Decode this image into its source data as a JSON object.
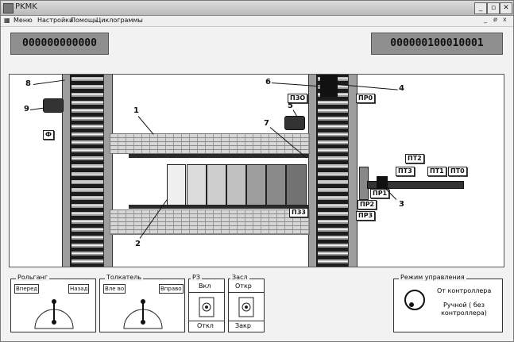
{
  "window": {
    "title": "PKMK"
  },
  "menu": {
    "items": [
      "Меню",
      "Настройки",
      "Помощь",
      "Циклограммы"
    ],
    "ctl_min": "_",
    "ctl_max": "ø",
    "ctl_close": "x"
  },
  "counters": {
    "left": "000000000000",
    "right": "000000100010001"
  },
  "scene": {
    "numbers": [
      "1",
      "2",
      "3",
      "4",
      "5",
      "6",
      "7",
      "8",
      "9"
    ],
    "labels": {
      "f": "Ф",
      "pzo": "ПЗО",
      "pr0": "ПР0",
      "pr1": "ПР1",
      "pr2": "ПР2",
      "pr3": "ПР3",
      "pz3": "ПЗ3",
      "pt0": "ПТ0",
      "pt1": "ПТ1",
      "pt2": "ПТ2",
      "pt3": "ПТ3"
    },
    "block_colors": [
      "#f0f0f0",
      "#dcdcdc",
      "#cfcfcf",
      "#c1c1c1",
      "#9e9e9e",
      "#8a8a8a",
      "#727272"
    ]
  },
  "controls": {
    "rolgang": {
      "title": "Рольганг",
      "left": "Вперед",
      "right": "Назад"
    },
    "tolkatel": {
      "title": "Толкатель",
      "left": "Вле во",
      "right": "Вправо"
    },
    "rz": {
      "title": "РЗ",
      "top": "Вкл",
      "bottom": "Откл"
    },
    "zasl": {
      "title": "Засл",
      "top": "Откр",
      "bottom": "Закр"
    },
    "mode": {
      "title": "Режим управления",
      "opt1": "От контроллера",
      "opt2": "Ручной ( без контроллера)"
    }
  }
}
